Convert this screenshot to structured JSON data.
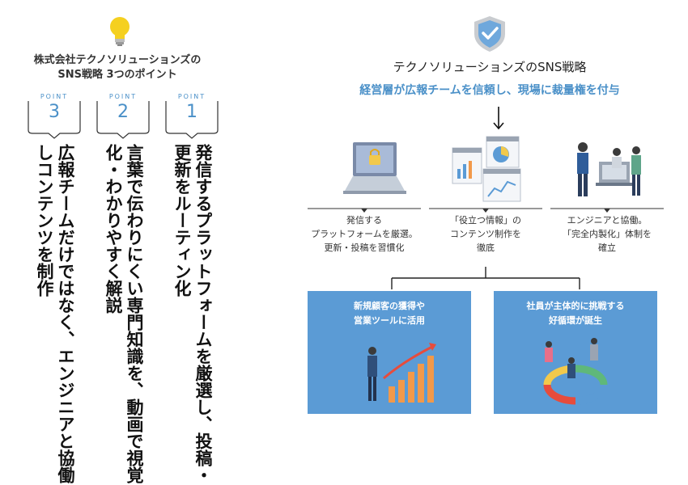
{
  "left": {
    "title_line1": "株式会社テクノソリューションズの",
    "title_line2": "SNS戦略 3つのポイント",
    "point_label": "POINT",
    "points": [
      {
        "num": "1",
        "text": "発信するプラットフォームを厳選し、投稿・更新をルーティン化"
      },
      {
        "num": "2",
        "text": "言葉で伝わりにくい専門知識を、動画で視覚化・わかりやすく解説"
      },
      {
        "num": "3",
        "text": "広報チームだけではなく、エンジニアと協働しコンテンツを制作"
      }
    ]
  },
  "right": {
    "title": "テクノソリューションズのSNS戦略",
    "subtitle": "経営層が広報チームを信頼し、現場に裁量権を付与",
    "items": [
      {
        "line1": "発信する",
        "line2": "プラットフォームを厳選。",
        "line3": "更新・投稿を習慣化"
      },
      {
        "line1": "「役立つ情報」の",
        "line2": "コンテンツ制作を",
        "line3": "徹底"
      },
      {
        "line1": "エンジニアと協働。",
        "line2": "「完全内製化」体制を",
        "line3": "確立"
      }
    ],
    "results": [
      {
        "line1": "新規顧客の獲得や",
        "line2": "営業ツールに活用"
      },
      {
        "line1": "社員が主体的に挑戦する",
        "line2": "好循環が誕生"
      }
    ]
  },
  "colors": {
    "accent_blue": "#4a90c8",
    "box_blue": "#5b9bd5",
    "bulb_yellow": "#f5d020"
  }
}
